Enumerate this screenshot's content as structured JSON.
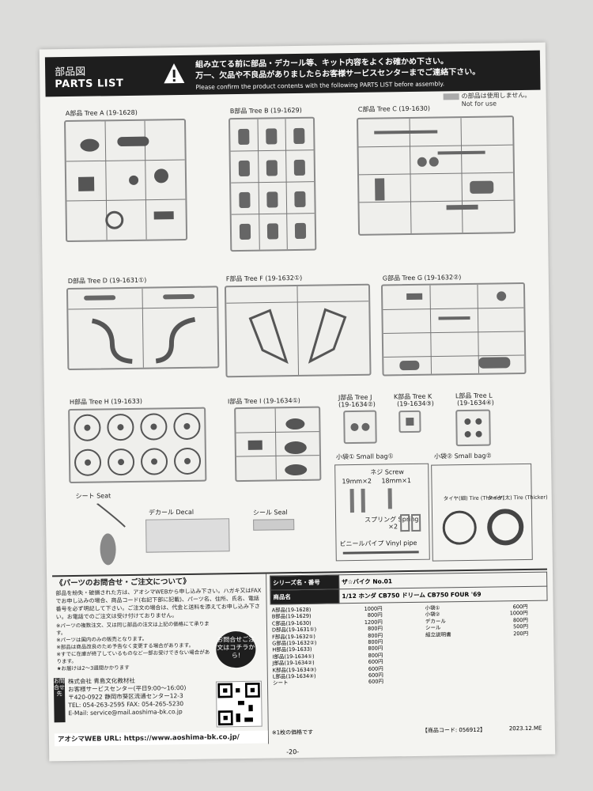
{
  "header": {
    "title_jp": "部品図",
    "title_en": "PARTS LIST",
    "warning_jp_1": "組み立てる前に部品・デカール等、キット内容をよくお確かめ下さい。",
    "warning_jp_2": "万一、欠品や不良品がありましたらお客様サービスセンターまでご連絡下さい。",
    "warning_en": "Please confirm the product contents with the following PARTS LIST before assembly."
  },
  "legend": {
    "not_for_use_jp": "の部品は使用しません。",
    "not_for_use_en": "Not for use"
  },
  "trees": {
    "a": "A部品 Tree A (19-1628)",
    "b": "B部品 Tree B (19-1629)",
    "c": "C部品 Tree C (19-1630)",
    "d": "D部品 Tree D (19-1631①)",
    "f": "F部品 Tree F (19-1632①)",
    "g": "G部品 Tree G (19-1632②)",
    "h": "H部品 Tree H (19-1633)",
    "i": "I部品 Tree I (19-1634①)",
    "j": "J部品 Tree J",
    "j_code": "(19-1634②)",
    "k": "K部品 Tree K",
    "k_code": "(19-1634③)",
    "l": "L部品 Tree L",
    "l_code": "(19-1634④)"
  },
  "bags": {
    "bag1": "小袋① Small bag①",
    "bag2": "小袋② Small bag②",
    "screw": "ネジ Screw",
    "screw_a": "19mm×2",
    "screw_b": "18mm×1",
    "spring": "スプリング Spring",
    "spring_qty": "×2",
    "vinyl": "ビニールパイプ Vinyl pipe",
    "tire_thin": "タイヤ(細) Tire (Thinner)",
    "tire_thick": "タイヤ(太) Tire (Thicker)"
  },
  "extras": {
    "seat": "シート Seat",
    "decal": "デカール Decal",
    "seal": "シール Seal"
  },
  "contact": {
    "title": "《パーツのお問合せ・ご注文について》",
    "body": "部品を紛失・破損された方は、アオシマWEBから申し込み下さい。ハガキ又はFAXでお申し込みの場合、商品コード(右記下部に記載)、パーツ名、住所、氏名、電話番号を必ず明記して下さい。ご注文の場合は、代金と送料を添えてお申し込み下さい。お電話でのご注文は受け付けておりません。",
    "notes": [
      "※パーツの複数注文、又は同じ部品の注文は上記の価格にて承ります。",
      "※パーツは国内のみの販売となります。",
      "※部品は商品改良のため予告なく変更する場合があります。",
      "※すでに在庫が終了しているものなど一部お受けできない場合があります。"
    ],
    "delivery": "★お届けは2～3週間かかります",
    "bubble": "お問合せご注文はコチラから!",
    "company": "株式会社 青島文化教材社",
    "center": "お客様サービスセンター(平日9:00～16:00)",
    "address": "〒420-0922 静岡市葵区流通センター12-3",
    "tel": "TEL: 054-263-2595 FAX: 054-265-5230",
    "email": "E-Mail: service@mail.aoshima-bk.co.jp",
    "tag": "お問合せ先",
    "web": "アオシマWEB URL: https://www.aoshima-bk.co.jp/"
  },
  "price": {
    "series_label": "シリーズ名・番号",
    "series_value": "ザ☆バイク No.01",
    "product_label": "商品名",
    "product_value": "1/12 ホンダ CB750 ドリーム CB750 FOUR '69",
    "left_items": [
      {
        "name": "A部品(19-1628)",
        "price": "1000円"
      },
      {
        "name": "B部品(19-1629)",
        "price": "800円"
      },
      {
        "name": "C部品(19-1630)",
        "price": "1200円"
      },
      {
        "name": "D部品(19-1631①)",
        "price": "800円"
      },
      {
        "name": "F部品(19-1632①)",
        "price": "800円"
      },
      {
        "name": "G部品(19-1632②)",
        "price": "800円"
      },
      {
        "name": "H部品(19-1633)",
        "price": "800円"
      },
      {
        "name": "I部品(19-1634①)",
        "price": "800円"
      },
      {
        "name": "J部品(19-1634②)",
        "price": "600円"
      },
      {
        "name": "K部品(19-1634③)",
        "price": "600円"
      },
      {
        "name": "L部品(19-1634④)",
        "price": "600円"
      },
      {
        "name": "シート",
        "price": "600円"
      }
    ],
    "right_items": [
      {
        "name": "小袋①",
        "price": "600円"
      },
      {
        "name": "小袋②",
        "price": "1000円"
      },
      {
        "name": "デカール",
        "price": "800円"
      },
      {
        "name": "シール",
        "price": "500円"
      },
      {
        "name": "組立説明書",
        "price": "200円"
      }
    ],
    "tax_note": "※1枚の価格です",
    "code": "【商品コード: 056912】",
    "date": "2023.12.ME"
  },
  "page_number": "-20-"
}
